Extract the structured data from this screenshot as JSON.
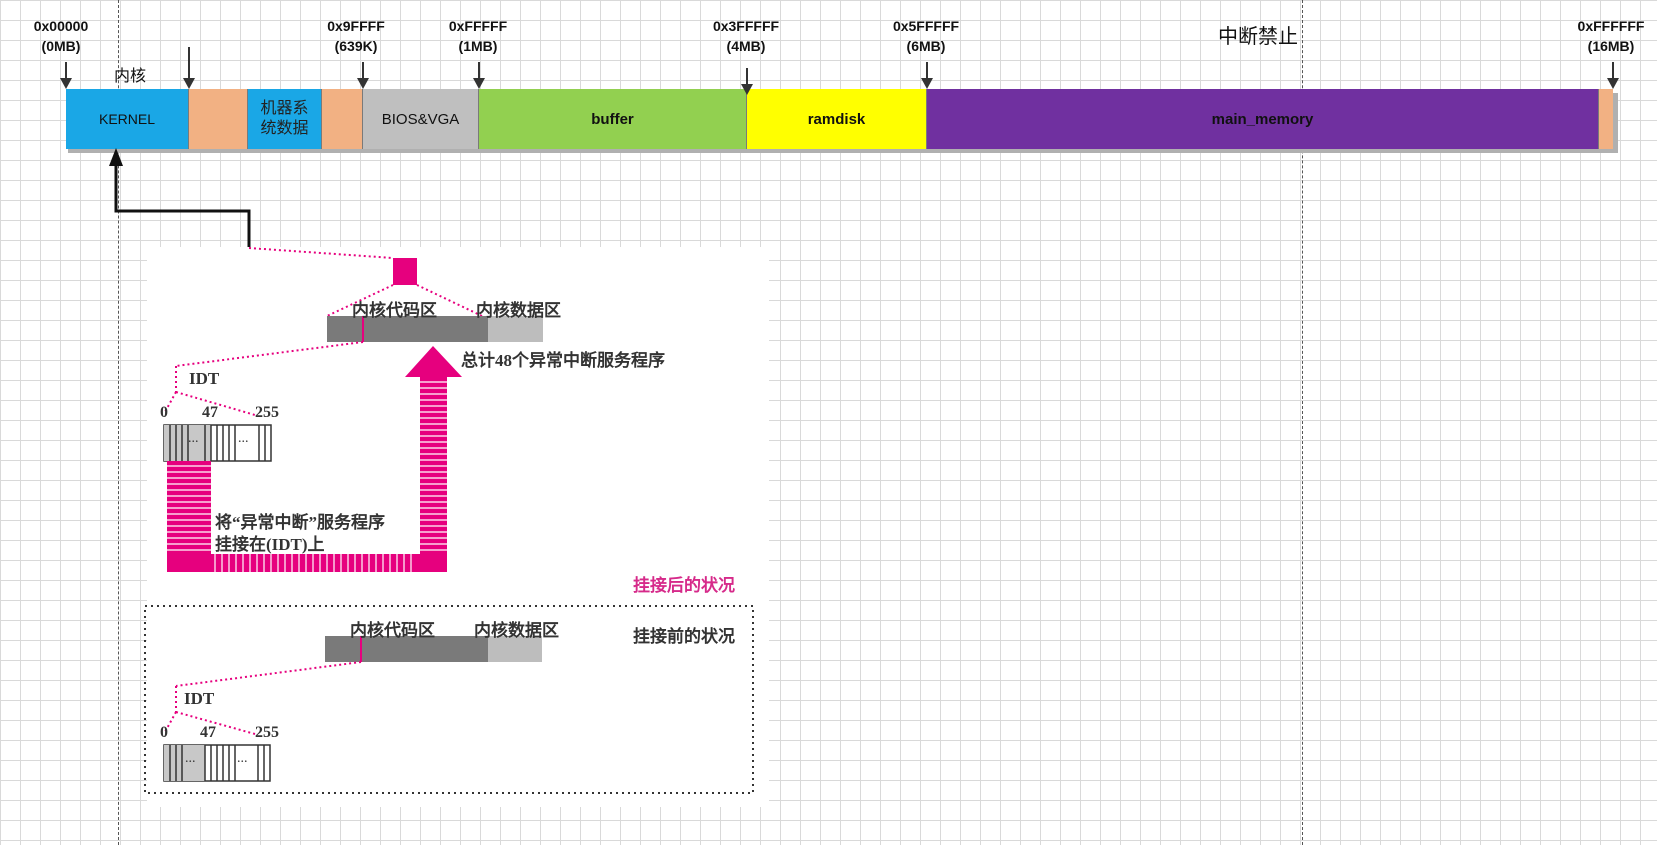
{
  "addresses": [
    {
      "hex": "0x00000",
      "size": "(0MB)"
    },
    {
      "hex": "0x9FFFF",
      "size": "(639K)"
    },
    {
      "hex": "0xFFFFF",
      "size": "(1MB)"
    },
    {
      "hex": "0x3FFFFF",
      "size": "(4MB)"
    },
    {
      "hex": "0x5FFFFF",
      "size": "(6MB)"
    },
    {
      "hex": "0xFFFFFF",
      "size": "(16MB)"
    }
  ],
  "kernel_label": "内核",
  "interrupt_disabled_label": "中断禁止",
  "segments": [
    {
      "label": "KERNEL",
      "color": "#1aa7e6"
    },
    {
      "label": "",
      "color": "#f2b183"
    },
    {
      "label": "机器系统数据",
      "color": "#1aa7e6"
    },
    {
      "label": "",
      "color": "#f2b183"
    },
    {
      "label": "BIOS&VGA",
      "color": "#bfbfbf"
    },
    {
      "label": "buffer",
      "color": "#92d050"
    },
    {
      "label": "ramdisk",
      "color": "#ffff00"
    },
    {
      "label": "main_memory",
      "color": "#7030a0"
    },
    {
      "label": "",
      "color": "#f2b183"
    }
  ],
  "after": {
    "kernel_code_label": "内核代码区",
    "kernel_data_label": "内核数据区",
    "total_label": "总计48个异常中断服务程序",
    "idt_label": "IDT",
    "idx_0": "0",
    "idx_47": "47",
    "idx_255": "255",
    "dots": "...",
    "hook_line1": "将“异常中断”服务程序",
    "hook_line2": "挂接在(IDT)上",
    "caption": "挂接后的状况"
  },
  "before": {
    "kernel_code_label": "内核代码区",
    "kernel_data_label": "内核数据区",
    "idt_label": "IDT",
    "idx_0": "0",
    "idx_47": "47",
    "idx_255": "255",
    "dots": "...",
    "caption": "挂接前的状况"
  },
  "colors": {
    "accent_magenta": "#e6007e",
    "code_area_gray": "#7a7a7a",
    "data_area_gray": "#bdbdbd"
  }
}
